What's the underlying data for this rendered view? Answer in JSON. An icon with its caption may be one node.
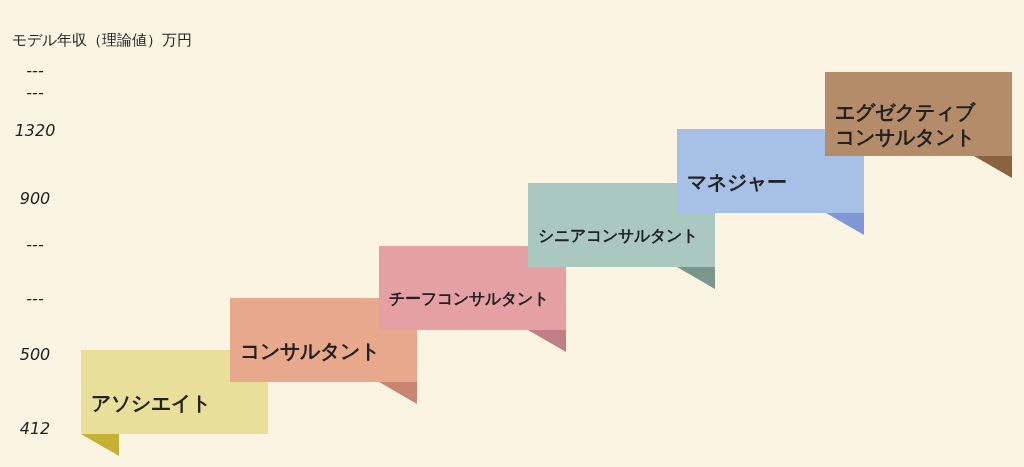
{
  "diagram": {
    "nodes": [
      {
        "text": [
          "アソシエイト"
        ]
      },
      {
        "text": [
          "コンサルタント"
        ]
      },
      {
        "text": [
          "チーフコンサルタント"
        ]
      },
      {
        "text": [
          "シニアコンサルタント"
        ]
      },
      {
        "text": [
          "マネジャー"
        ]
      },
      {
        "text": [
          "エグゼクティブコンサルタント"
        ]
      }
    ],
    "labels": [
      "モデル年収（理論値）万円",
      "---",
      "---",
      "1320",
      "900",
      "---",
      "---",
      "500",
      "412"
    ]
  }
}
